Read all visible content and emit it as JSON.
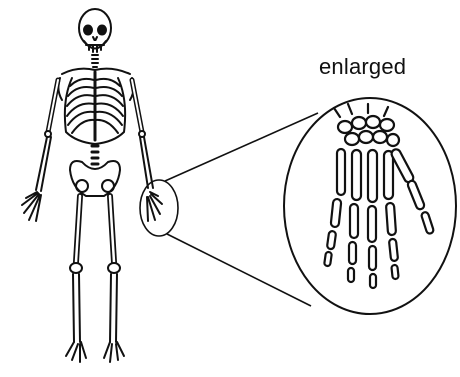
{
  "diagram": {
    "callout_label": "enlarged",
    "ink_color": "#111111",
    "background_color": "#ffffff",
    "subjects": [
      {
        "name": "skeleton-figure",
        "icon": "human-skeleton-icon"
      },
      {
        "name": "hand-bones-detail",
        "icon": "hand-skeleton-icon"
      }
    ]
  }
}
